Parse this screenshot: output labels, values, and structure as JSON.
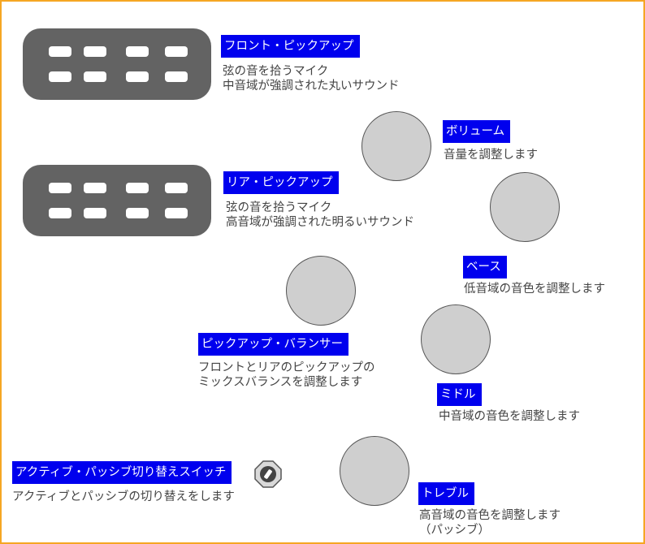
{
  "front_pickup": {
    "title": "フロント・ピックアップ",
    "desc": "弦の音を拾うマイク\n中音域が強調された丸いサウンド"
  },
  "rear_pickup": {
    "title": "リア・ピックアップ",
    "desc": "弦の音を拾うマイク\n高音域が強調された明るいサウンド"
  },
  "volume": {
    "title": "ボリューム",
    "desc": "音量を調整します"
  },
  "bass": {
    "title": "ベース",
    "desc": "低音域の音色を調整します"
  },
  "balancer": {
    "title": "ピックアップ・バランサー",
    "desc": "フロントとリアのピックアップの\nミックスバランスを調整します"
  },
  "middle": {
    "title": "ミドル",
    "desc": "中音域の音色を調整します"
  },
  "active_switch": {
    "title": "アクティブ・パッシブ切り替えスイッチ",
    "desc": "アクティブとパッシブの切り替えをします",
    "icon": "toggle-switch-icon"
  },
  "treble": {
    "title": "トレブル",
    "desc": "高音域の音色を調整します\n（パッシブ）"
  },
  "colors": {
    "frame_border": "#f5a623",
    "label_bg": "#0000ee",
    "label_text": "#ffffff",
    "pickup_body": "#636363",
    "knob_fill": "#cfcfcf",
    "desc_text": "#444444"
  }
}
